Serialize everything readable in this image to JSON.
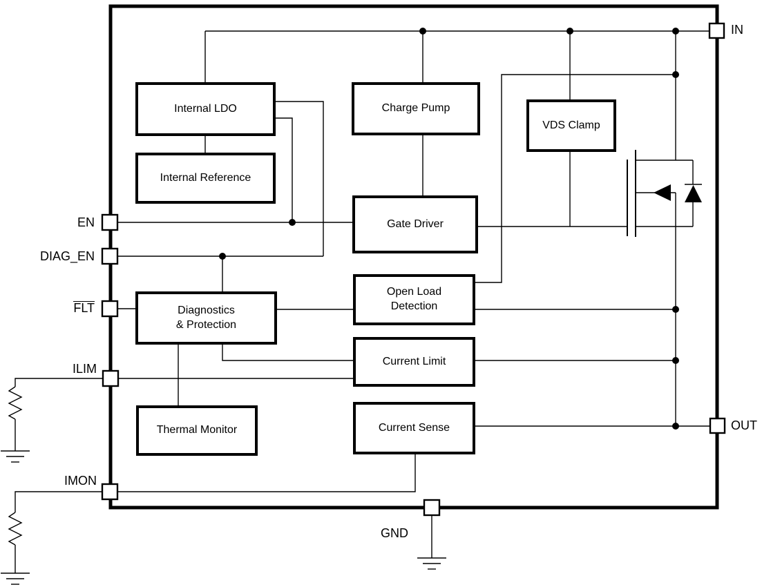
{
  "diagram": {
    "kind": "functional-block-diagram",
    "colors": {
      "ink": "#000000",
      "paper": "#ffffff"
    },
    "blocks": [
      {
        "id": "internal-ldo",
        "lines": [
          "Internal LDO"
        ]
      },
      {
        "id": "internal-reference",
        "lines": [
          "Internal Reference"
        ]
      },
      {
        "id": "charge-pump",
        "lines": [
          "Charge Pump"
        ]
      },
      {
        "id": "vds-clamp",
        "lines": [
          "VDS Clamp"
        ]
      },
      {
        "id": "gate-driver",
        "lines": [
          "Gate Driver"
        ]
      },
      {
        "id": "open-load-detection",
        "lines": [
          "Open Load",
          "Detection"
        ]
      },
      {
        "id": "diagnostics-protection",
        "lines": [
          "Diagnostics",
          "& Protection"
        ]
      },
      {
        "id": "current-limit",
        "lines": [
          "Current Limit"
        ]
      },
      {
        "id": "thermal-monitor",
        "lines": [
          "Thermal Monitor"
        ]
      },
      {
        "id": "current-sense",
        "lines": [
          "Current Sense"
        ]
      }
    ],
    "pins": {
      "in": {
        "label": "IN"
      },
      "en": {
        "label": "EN"
      },
      "diag_en": {
        "label": "DIAG_EN"
      },
      "flt": {
        "label": "FLT",
        "overline": true
      },
      "ilim": {
        "label": "ILIM"
      },
      "imon": {
        "label": "IMON"
      },
      "out": {
        "label": "OUT"
      },
      "gnd": {
        "label": "GND"
      }
    },
    "symbols": {
      "pass_fet": "n-channel power MOSFET with body diode between IN and OUT",
      "external": [
        "ILIM resistor to ground",
        "IMON resistor to ground",
        "GND pin to ground"
      ]
    }
  }
}
